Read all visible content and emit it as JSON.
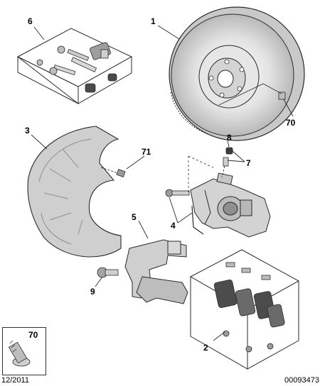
{
  "labels": {
    "l1": "1",
    "l2": "2",
    "l3": "3",
    "l4": "4",
    "l5": "5",
    "l6": "6",
    "l7": "7",
    "l8": "8",
    "l9": "9",
    "l70": "70",
    "l71": "71",
    "inset70": "70"
  },
  "footer": {
    "date": "12/2011",
    "ref": "00093473"
  },
  "colors": {
    "part_fill": "#d9d9d9",
    "part_dark": "#a8a8a8",
    "outline": "#2a2a2a"
  }
}
